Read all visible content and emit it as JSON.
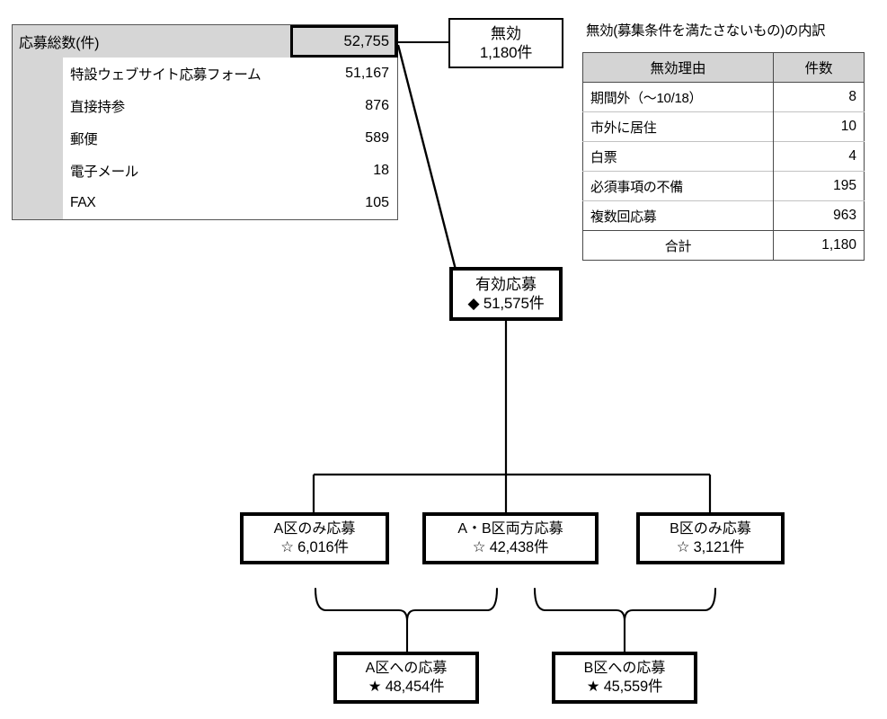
{
  "source_table": {
    "total_label": "応募総数(件)",
    "total_value": "52,755",
    "rows": [
      {
        "label": "特設ウェブサイト応募フォーム",
        "value": "51,167"
      },
      {
        "label": "直接持参",
        "value": "876"
      },
      {
        "label": "郵便",
        "value": "589"
      },
      {
        "label": "電子メール",
        "value": "18"
      },
      {
        "label": "FAX",
        "value": "105"
      }
    ]
  },
  "invalid_table": {
    "title": "無効(募集条件を満たさないもの)の内訳",
    "headers": {
      "reason": "無効理由",
      "count": "件数"
    },
    "rows": [
      {
        "reason": "期間外（～10/18）",
        "count": "8"
      },
      {
        "reason": "市外に居住",
        "count": "10"
      },
      {
        "reason": "白票",
        "count": "4"
      },
      {
        "reason": "必須事項の不備",
        "count": "195"
      },
      {
        "reason": "複数回応募",
        "count": "963"
      }
    ],
    "total": {
      "reason": "合計",
      "count": "1,180"
    }
  },
  "flow": {
    "invalid_box": {
      "line1": "無効",
      "line2": "1,180件"
    },
    "valid_box": {
      "line1": "有効応募",
      "line2": "◆ 51,575件"
    },
    "a_only": {
      "line1": "A区のみ応募",
      "line2": "☆ 6,016件"
    },
    "ab_both": {
      "line1": "A・B区両方応募",
      "line2": "☆ 42,438件"
    },
    "b_only": {
      "line1": "B区のみ応募",
      "line2": "☆ 3,121件"
    },
    "a_total": {
      "line1": "A区への応募",
      "line2": "★ 48,454件"
    },
    "b_total": {
      "line1": "B区への応募",
      "line2": "★ 45,559件"
    }
  },
  "colors": {
    "header_gray": "#d4d4d4",
    "gutter_gray": "#d6d6d6",
    "line": "#000000",
    "background": "#ffffff"
  }
}
